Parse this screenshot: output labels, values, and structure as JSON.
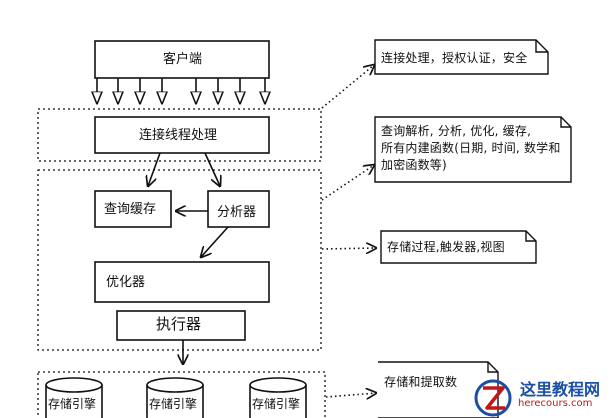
{
  "diagram": {
    "client": "客户端",
    "connection_layer": "连接线程处理",
    "query_cache": "查询缓存",
    "parser": "分析器",
    "optimizer": "优化器",
    "executor": "执行器",
    "storage_engines": [
      "存储引擎",
      "存储引擎",
      "存储引擎"
    ]
  },
  "notes": {
    "connection": "连接处理，授权认证，安全",
    "parse_lines": [
      "查询解析, 分析, 优化, 缓存,",
      "所有内建函数(日期, 时间, 数学和",
      "加密函数等)"
    ],
    "routines": "存储过程,触发器,视图",
    "storage": "存储和提取数"
  },
  "watermark": {
    "site_name": "这里教程网",
    "site_url": "herecours.com"
  },
  "colors": {
    "stroke": "#111111",
    "logo_blue": "#1b4fa3",
    "logo_red": "#c01818"
  }
}
